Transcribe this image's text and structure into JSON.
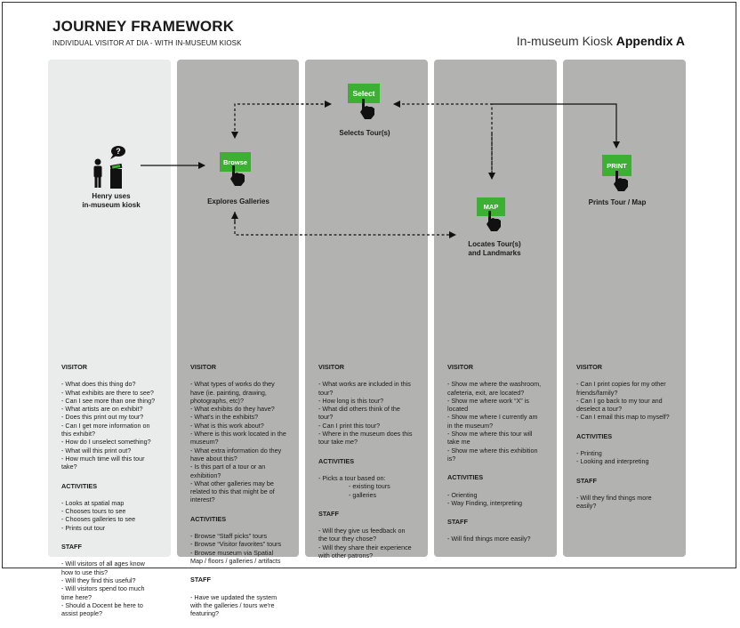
{
  "header": {
    "title": "JOURNEY FRAMEWORK",
    "subtitle": "INDIVIDUAL VISITOR AT DIA - WITH IN-MUSEUM KIOSK",
    "appendix_prefix": "In-museum Kiosk",
    "appendix_bold": "Appendix A"
  },
  "nodes": {
    "henry": "Henry uses\nin-museum kiosk",
    "browse": {
      "button": "Browse",
      "label": "Explores Galleries"
    },
    "select": {
      "button": "Select",
      "label": "Selects Tour(s)"
    },
    "map": {
      "button": "MAP",
      "label": "Locates Tour(s)\nand Landmarks"
    },
    "print": {
      "button": "PRINT",
      "label": "Prints Tour / Map"
    },
    "speech_glyph": "?"
  },
  "colors": {
    "green_button": "#3cb033",
    "column_grey": "#b2b3b0",
    "column_light": "#eaebeb"
  },
  "columns": [
    {
      "sections": [
        {
          "heading": "VISITOR",
          "items": [
            "- What does this thing do?",
            "- What exhibits are there to see?",
            "- Can I see more than one thing?",
            "- What artists are on exhibit?",
            "- Does this print out my tour?",
            "- Can I get more information on\nthis exhibit?",
            "- How do I unselect something?",
            "- What will this print out?",
            "- How much time will this tour\ntake?"
          ]
        },
        {
          "heading": "ACTIVITIES",
          "items": [
            "- Looks at spatial map",
            "- Chooses tours to see",
            "- Chooses galleries to see",
            "- Prints out tour"
          ]
        },
        {
          "heading": "STAFF",
          "items": [
            "- Will visitors of all ages know\nhow to use this?",
            "- Will they find this useful?",
            "- Will visitors spend too much\ntime here?",
            "- Should a Docent be here to\nassist people?"
          ]
        }
      ]
    },
    {
      "sections": [
        {
          "heading": "VISITOR",
          "items": [
            "- What types of works do they\nhave (ie. painting, drawing,\nphotographs, etc)?",
            "- What exhibits do they have?",
            "- What's in the exhibits?",
            "- What is this work about?",
            "- Where is this work located in the\nmuseum?",
            "- What extra information do they\nhave about this?",
            "- Is this part of a tour or an\nexhibition?",
            "- What other galleries may be\nrelated to this that might be of\ninterest?"
          ]
        },
        {
          "heading": "ACTIVITIES",
          "items": [
            "- Browse “Staff picks” tours",
            "- Browse “Visitor favorites” tours",
            "- Browse museum via Spatial\nMap / floors / galleries / artifacts"
          ]
        },
        {
          "heading": "STAFF",
          "items": [
            "- Have we updated the system\nwith the galleries / tours we're\nfeaturing?"
          ]
        }
      ]
    },
    {
      "sections": [
        {
          "heading": "VISITOR",
          "items": [
            "- What works are included in this\ntour?",
            "- How long is this tour?",
            "- What did others think of the\ntour?",
            "- Can I print this tour?",
            "- Where in the museum does this\ntour take me?"
          ]
        },
        {
          "heading": "ACTIVITIES",
          "items": [
            "- Picks a tour based on:\n                 - existing tours\n                 - galleries"
          ]
        },
        {
          "heading": "STAFF",
          "items": [
            "- Will they give us feedback on\nthe tour they chose?",
            "- Will they share their experience\nwith other patrons?"
          ]
        }
      ]
    },
    {
      "sections": [
        {
          "heading": "VISITOR",
          "items": [
            "- Show me where the washroom,\ncafeteria, exit, are located?",
            "- Show me where work “X” is\nlocated",
            "- Show me where I currently am\nin the museum?",
            "- Show me where this tour will\ntake me",
            "- Show me where this exhibition\nis?"
          ]
        },
        {
          "heading": "ACTIVITIES",
          "items": [
            "- Orienting",
            "- Way Finding, interpreting"
          ]
        },
        {
          "heading": "STAFF",
          "items": [
            "- Will find things more easily?"
          ]
        }
      ]
    },
    {
      "sections": [
        {
          "heading": "VISITOR",
          "items": [
            "- Can I print copies for my other\nfriends/family?",
            "- Can I go back to my tour and\ndeselect a tour?",
            "- Can I email this map to myself?"
          ]
        },
        {
          "heading": "ACTIVITIES",
          "items": [
            "- Printing",
            "- Looking and interpreting"
          ]
        },
        {
          "heading": "STAFF",
          "items": [
            "- Will they find things more\neasily?"
          ]
        }
      ]
    }
  ]
}
